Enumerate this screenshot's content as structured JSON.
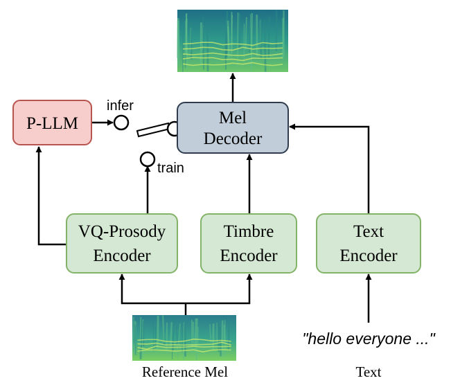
{
  "colors": {
    "pllm_fill": "#f8cecc",
    "pllm_stroke": "#b85450",
    "decoder_fill": "#c1cdd9",
    "decoder_stroke": "#2f3c4d",
    "encoder_fill": "#d5e8d4",
    "encoder_stroke": "#82b366",
    "line": "#000000",
    "spectro_dark": "#2a8a86",
    "spectro_light": "#d6f06a"
  },
  "nodes": {
    "pllm": {
      "label": "P-LLM"
    },
    "mel_decoder": {
      "line1": "Mel",
      "line2": "Decoder"
    },
    "vq_prosody_encoder": {
      "line1": "VQ-Prosody",
      "line2": "Encoder"
    },
    "timbre_encoder": {
      "line1": "Timbre",
      "line2": "Encoder"
    },
    "text_encoder": {
      "line1": "Text",
      "line2": "Encoder"
    }
  },
  "switch": {
    "infer_label": "infer",
    "train_label": "train"
  },
  "inputs": {
    "reference_mel_caption": "Reference Mel",
    "text_quote": "\"hello everyone ...\"",
    "text_caption": "Text"
  }
}
